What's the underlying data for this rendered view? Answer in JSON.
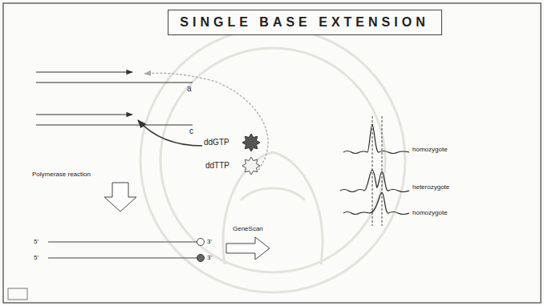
{
  "diagram": {
    "title": "SINGLE BASE EXTENSION",
    "nodes": [
      {
        "text": [
          "SINGLE BASE EXTENSION"
        ]
      }
    ],
    "labels": [
      "a",
      "c",
      "ddGTP",
      "ddTTP",
      "Polymerase reaction",
      "5'",
      "3'",
      "5'",
      "3'",
      "GeneScan",
      "homozygote",
      "heterozygote",
      "homozygote"
    ]
  }
}
